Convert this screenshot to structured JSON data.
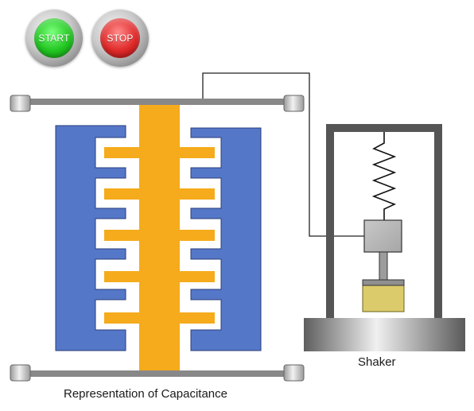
{
  "controls": {
    "start_label": "START",
    "stop_label": "STOP"
  },
  "labels": {
    "capacitance": "Representation of Capacitance",
    "shaker": "Shaker"
  },
  "colors": {
    "stator_blue": "#5577C8",
    "rotor_orange": "#F5AB1C",
    "rail_gray": "#888888",
    "frame_dark": "#555555",
    "mass_yellow": "#DCCB6A",
    "start_green": "#22C622",
    "stop_red": "#E02A2A"
  },
  "icons": {
    "start_button": "start-button-icon",
    "stop_button": "stop-button-icon",
    "spring": "spring-icon"
  }
}
